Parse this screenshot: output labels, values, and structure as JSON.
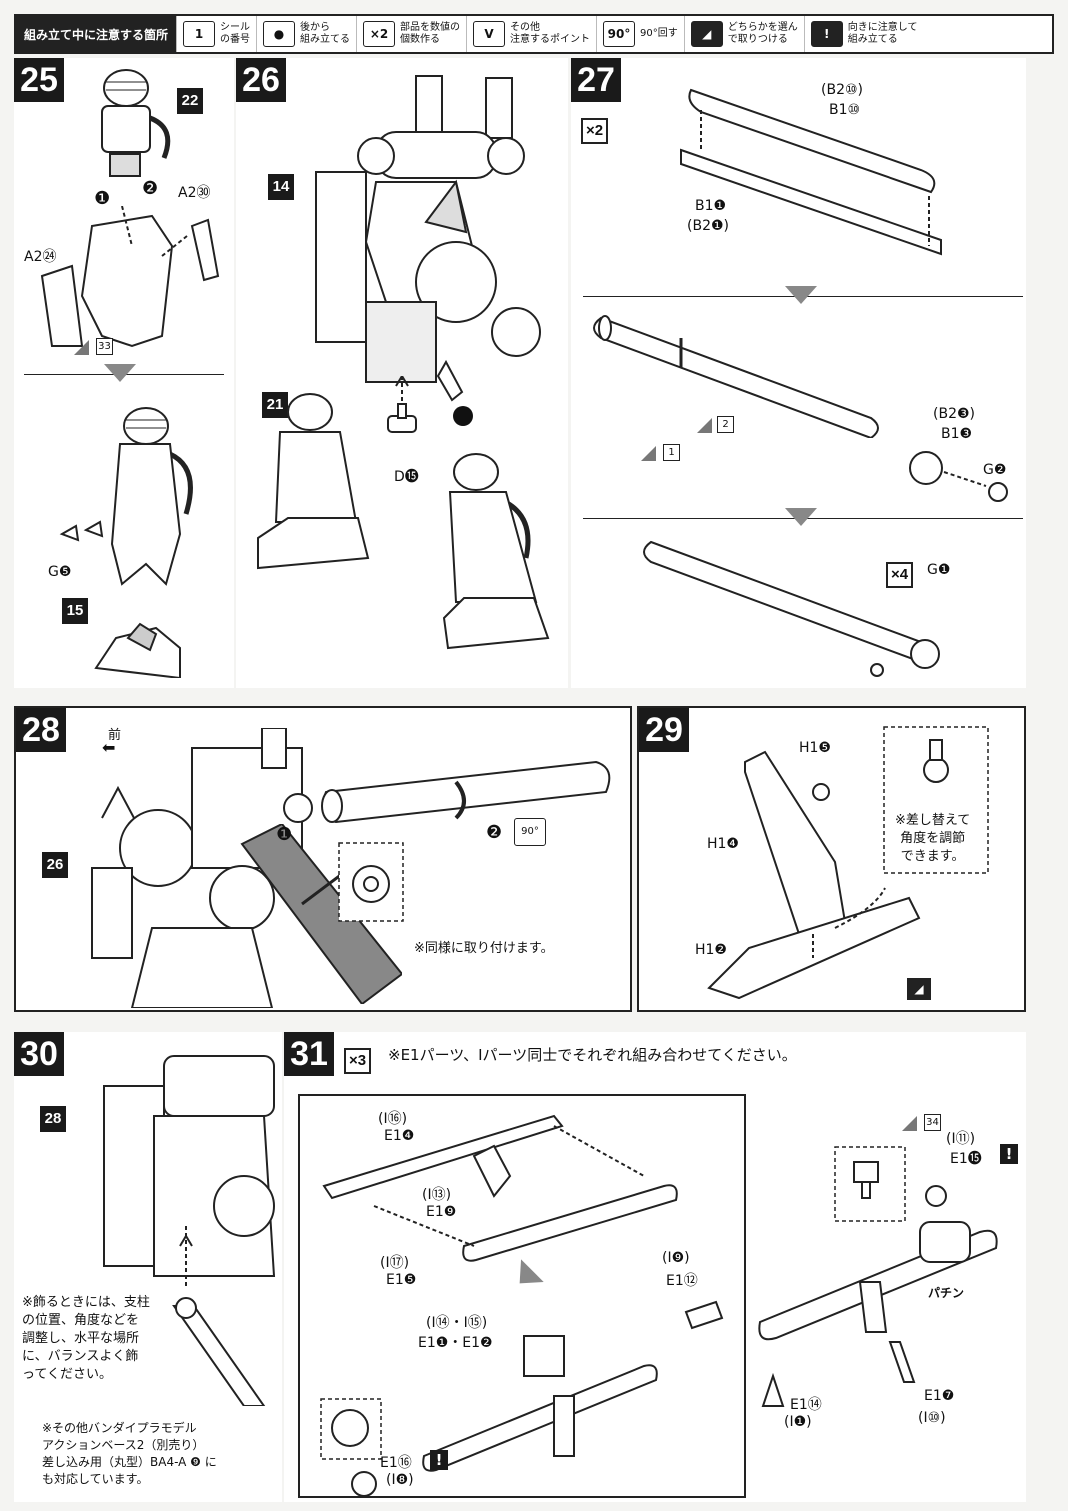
{
  "legend": {
    "lead": "組み立て中に注意する箇所",
    "items": [
      {
        "icon": "1",
        "line1": "シール",
        "line2": "の番号",
        "icon_name": "sticker-icon"
      },
      {
        "icon": "●",
        "line1": "後から",
        "line2": "組み立てる",
        "icon_name": "assemble-later-icon"
      },
      {
        "icon": "×2",
        "line1": "部品を数値の",
        "line2": "個数作る",
        "icon_name": "quantity-icon"
      },
      {
        "icon": "V",
        "line1": "その他",
        "line2": "注意するポイント",
        "icon_name": "caution-point-icon"
      },
      {
        "icon": "90°",
        "line1": "90°回す",
        "line2": "",
        "icon_name": "rotate-90-icon"
      },
      {
        "icon": "◢",
        "line1": "どちらかを選ん",
        "line2": "で取りつける",
        "icon_name": "choose-one-icon"
      },
      {
        "icon": "!",
        "line1": "向きに注意して",
        "line2": "組み立てる",
        "icon_name": "orientation-icon"
      }
    ]
  },
  "steps": {
    "s25": {
      "num": "25",
      "ref_top": "22",
      "ref_bottom": "15",
      "labels": {
        "a2_30": "A2㉚",
        "a2_24": "A2㉔",
        "g5": "G❺",
        "seal": "33",
        "order1": "❶",
        "order2": "❷"
      }
    },
    "s26": {
      "num": "26",
      "ref_top": "14",
      "ref_mid": "21",
      "labels": {
        "d15": "D⓯"
      }
    },
    "s27": {
      "num": "27",
      "qty": "×2",
      "labels": {
        "b2_10": "(B2⑩)",
        "b1_10": "B1⑩",
        "b1_1": "B1❶",
        "b2_1": "(B2❶)",
        "b2_3": "(B2❸)",
        "b1_3": "B1❸",
        "g2": "G❷",
        "seal_1": "1",
        "seal_2": "2",
        "qty4": "×4",
        "g1": "G❶"
      }
    },
    "s28": {
      "num": "28",
      "ref": "26",
      "front": "前",
      "order1": "❶",
      "order2": "❷",
      "rotate": "90°",
      "note": "※同様に取り付けます。"
    },
    "s29": {
      "num": "29",
      "labels": {
        "h1_5": "H1❺",
        "h1_4": "H1❹",
        "h1_2": "H1❷"
      },
      "note_lines": [
        "※差し替えて",
        "角度を調節",
        "できます。"
      ]
    },
    "s30": {
      "num": "30",
      "ref": "28",
      "note1_lines": [
        "※飾るときには、支柱",
        "の位置、角度などを",
        "調整し、水平な場所",
        "に、バランスよく飾",
        "ってください。"
      ],
      "note2_lines": [
        "※その他バンダイプラモデル",
        "アクションベース2（別売り）",
        "差し込み用（丸型）BA4-A ❾ に",
        "も対応しています。"
      ]
    },
    "s31": {
      "num": "31",
      "qty": "×3",
      "instruction": "※E1パーツ、Iパーツ同士でそれぞれ組み合わせてください。",
      "labels": {
        "i16": "(I⑯)",
        "e1_4": "E1❹",
        "i13": "(I⑬)",
        "e1_9": "E1❾",
        "i17": "(I⑰)",
        "e1_5": "E1❺",
        "i9": "(I❾)",
        "e1_12": "E1⑫",
        "i14_15": "(I⑭・I⑮)",
        "e1_1_2": "E1❶・E1❷",
        "e1_16": "E1⑯",
        "i8": "(I❽)",
        "seal34": "34",
        "i11": "(I⑪)",
        "e1_15": "E1⓯",
        "e1_7": "E1❼",
        "i10": "(I⑩)",
        "e1_14": "E1⑭",
        "i1": "(I❶)",
        "pachin": "パチン",
        "warn": "!"
      }
    }
  }
}
